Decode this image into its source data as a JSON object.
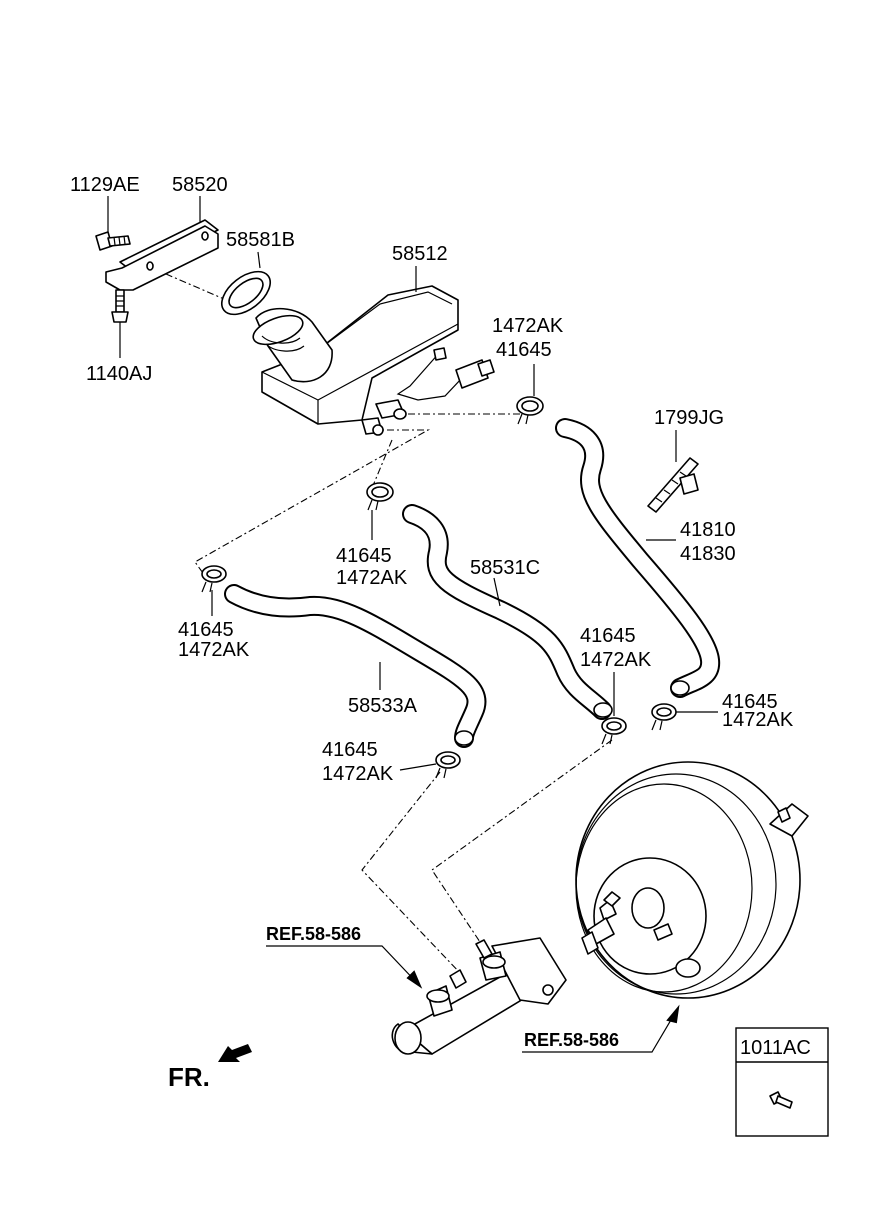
{
  "labels": {
    "bolt_1129ae": "1129AE",
    "bracket_58520": "58520",
    "seal_58581b": "58581B",
    "reservoir_58512": "58512",
    "bolt_1140aj": "1140AJ",
    "top_clip_a": "1472AK",
    "top_clip_b": "41645",
    "tie_1799jg": "1799JG",
    "hose_41810": "41810",
    "hose_41830": "41830",
    "mid_clip_a": "41645",
    "mid_clip_b": "1472AK",
    "hose_58531c": "58531C",
    "left_clip_a": "41645",
    "left_clip_b": "1472AK",
    "rmid_clip_a": "41645",
    "rmid_clip_b": "1472AK",
    "right_clip_a": "41645",
    "right_clip_b": "1472AK",
    "hose_58533a": "58533A",
    "low_clip_a": "41645",
    "low_clip_b": "1472AK",
    "ref_master_cyl": "REF.58-586",
    "ref_booster": "REF.58-586",
    "front": "FR.",
    "box_part": "1011AC"
  }
}
